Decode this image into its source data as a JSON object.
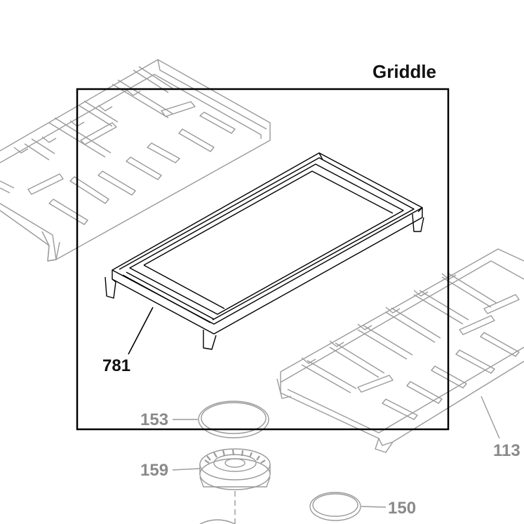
{
  "diagram": {
    "title": "Griddle",
    "callouts": {
      "griddle": "781",
      "burner_cap_top": "153",
      "burner_head": "159",
      "grate": "113",
      "burner_cap_bottom": "150"
    }
  },
  "colors": {
    "highlight_line": "#000000",
    "faded_line": "#9a9a9a",
    "faded_text": "#8a8a8a"
  }
}
